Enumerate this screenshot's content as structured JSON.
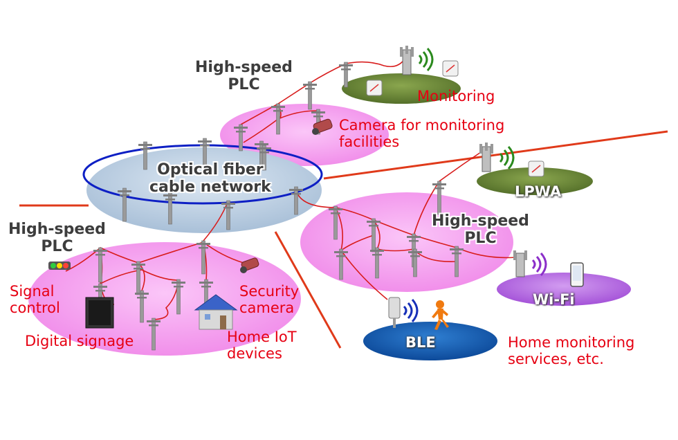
{
  "backbone": {
    "label_line1": "Optical fiber",
    "label_line2": "cable network"
  },
  "plc_top": {
    "line1": "High-speed",
    "line2": "PLC"
  },
  "plc_left": {
    "line1": "High-speed",
    "line2": "PLC"
  },
  "plc_right": {
    "line1": "High-speed",
    "line2": "PLC"
  },
  "wireless": {
    "lpwa": "LPWA",
    "wifi": "Wi-Fi",
    "ble": "BLE"
  },
  "applications": {
    "monitoring": "Monitoring",
    "camera_line1": "Camera for monitoring",
    "camera_line2": "facilities",
    "signal_line1": "Signal",
    "signal_line2": "control",
    "digital_signage": "Digital signage",
    "security_line1": "Security",
    "security_line2": "camera",
    "home_iot_line1": "Home IoT",
    "home_iot_line2": "devices",
    "home_monitoring_line1": "Home monitoring",
    "home_monitoring_line2": "services, etc."
  },
  "colors": {
    "plc_area": "#f5a6f2",
    "backbone_area": "#c5d6e8",
    "backbone_ring": "#0d1fc4",
    "lpwa_area": "#6f8a3a",
    "wifi_area": "#b76ee0",
    "ble_area": "#1a63b8",
    "connector": "#e03a1a",
    "label_red": "#e60012"
  }
}
